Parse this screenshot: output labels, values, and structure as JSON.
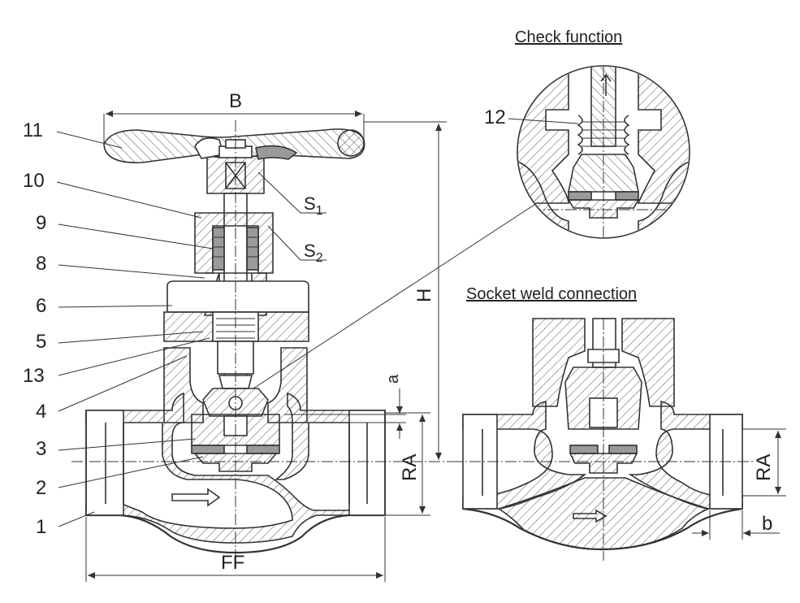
{
  "titles": {
    "check_function": "Check function",
    "socket_weld": "Socket weld connection"
  },
  "part_labels": [
    "11",
    "10",
    "9",
    "8",
    "6",
    "5",
    "13",
    "4",
    "3",
    "2",
    "1",
    "12"
  ],
  "dimensions": {
    "B": "B",
    "H": "H",
    "FF": "FF",
    "RA_left": "RA",
    "RA_right": "RA",
    "a": "a",
    "b": "b",
    "S1": "S1",
    "S2": "S2"
  }
}
